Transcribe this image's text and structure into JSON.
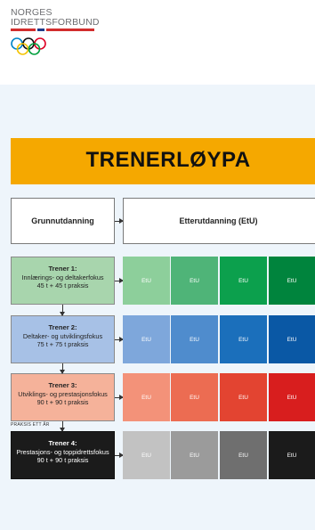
{
  "org": {
    "line1": "NORGES",
    "line2": "IDRETTSFORBUND"
  },
  "banner": {
    "title": "TRENERLØYPA"
  },
  "headers": {
    "grunnutdanning": "Grunnutdanning",
    "etterutdanning": "Etterutdanning (EtU)"
  },
  "levels": [
    {
      "title": "Trener 1:",
      "focus": "Innlærings- og deltakerfokus",
      "hours": "45 t + 45 t praksis"
    },
    {
      "title": "Trener 2:",
      "focus": "Deltaker- og utviklingsfokus",
      "hours": "75 t + 75 t praksis"
    },
    {
      "title": "Trener 3:",
      "focus": "Utviklings- og prestasjonsfokus",
      "hours": "90 t + 90 t praksis"
    },
    {
      "title": "Trener 4:",
      "focus": "Prestasjons- og toppidrettsfokus",
      "hours": "90 t + 90 t praksis"
    }
  ],
  "etu_label": "EtU",
  "praksis_note": "PRAKSIS ETT ÅR",
  "colors": {
    "banner": "#f5a800",
    "level_fills": [
      "#a8d5ad",
      "#a7c1e6",
      "#f5b29a",
      "#1b1b1b"
    ],
    "etu": [
      [
        "#8dcf9b",
        "#4fb478",
        "#0ca04d",
        "#00843d"
      ],
      [
        "#7ea7db",
        "#4f8ccd",
        "#1b6fbb",
        "#0a58a5"
      ],
      [
        "#f39279",
        "#ec6c52",
        "#e34431",
        "#d81e1e"
      ],
      [
        "#c2c2c2",
        "#9b9b9b",
        "#6f6f6f",
        "#1b1b1b"
      ]
    ]
  }
}
